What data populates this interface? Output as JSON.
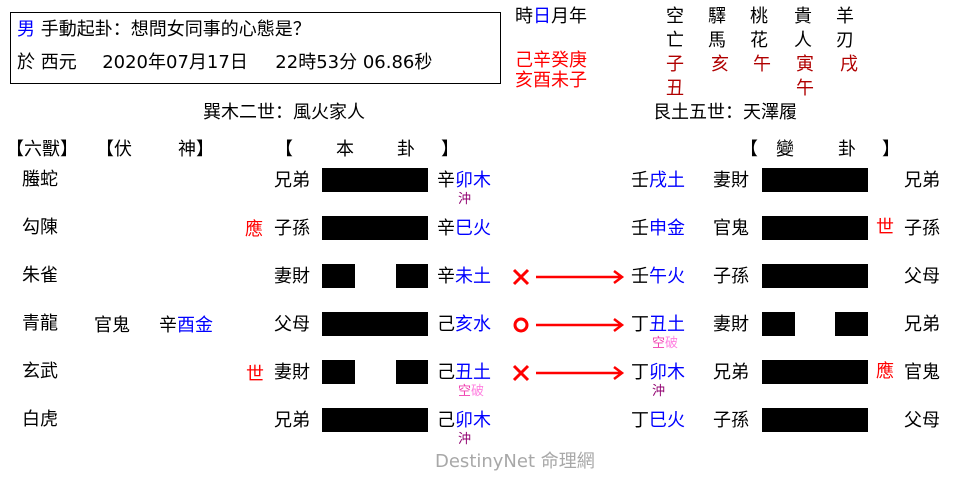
{
  "header": {
    "gender": "男",
    "question": "手動起卦：想問女同事的心態是？",
    "date_prefix": "於 西元",
    "date": "2020年07月17日",
    "time": "22時53分 06.86秒"
  },
  "pillars": {
    "labels": [
      "時",
      "日",
      "月",
      "年"
    ],
    "stems": "己辛癸庚",
    "branches": "亥酉未子"
  },
  "shensha": {
    "columns": [
      {
        "title_top": "空",
        "title_bottom": "亡",
        "values": [
          "子",
          "丑"
        ]
      },
      {
        "title_top": "驛",
        "title_bottom": "馬",
        "values": [
          "亥"
        ]
      },
      {
        "title_top": "桃",
        "title_bottom": "花",
        "values": [
          "午"
        ]
      },
      {
        "title_top": "貴",
        "title_bottom": "人",
        "values": [
          "寅",
          "午"
        ]
      },
      {
        "title_top": "羊",
        "title_bottom": "刃",
        "values": [
          "戌"
        ]
      }
    ]
  },
  "main_gua_title": "巽木二世：風火家人",
  "changed_gua_title": "艮土五世：天澤履",
  "headers": {
    "liushou": "【六獸】",
    "fushen_open": "【伏",
    "fushen_close": "神】",
    "bengua_open": "【",
    "bengua_mid1": "本",
    "bengua_mid2": "卦",
    "bengua_close": "】",
    "biangua_open": "【",
    "biangua_mid1": "變",
    "biangua_mid2": "卦",
    "biangua_close": "】"
  },
  "rows": [
    {
      "beast": "螣蛇",
      "fushen_rel": "",
      "fushen_stem": "",
      "fushen_branch": "",
      "shiying": "",
      "relation": "兄弟",
      "line": "yang",
      "stem": "辛",
      "branch": "卯木",
      "note": "沖",
      "note_type": "chong",
      "move": "",
      "changed_stem": "壬",
      "changed_branch": "戌土",
      "changed_note": "",
      "changed_relation": "妻財",
      "changed_line": "yang",
      "changed_shiying": "",
      "gong_relation": "兄弟"
    },
    {
      "beast": "勾陳",
      "fushen_rel": "",
      "fushen_stem": "",
      "fushen_branch": "",
      "shiying": "應",
      "relation": "子孫",
      "line": "yang",
      "stem": "辛",
      "branch": "巳火",
      "note": "",
      "note_type": "",
      "move": "",
      "changed_stem": "壬",
      "changed_branch": "申金",
      "changed_note": "",
      "changed_relation": "官鬼",
      "changed_line": "yang",
      "changed_shiying": "世",
      "gong_relation": "子孫"
    },
    {
      "beast": "朱雀",
      "fushen_rel": "",
      "fushen_stem": "",
      "fushen_branch": "",
      "shiying": "",
      "relation": "妻財",
      "line": "yin",
      "stem": "辛",
      "branch": "未土",
      "note": "",
      "note_type": "",
      "move": "✕",
      "changed_stem": "壬",
      "changed_branch": "午火",
      "changed_note": "",
      "changed_relation": "子孫",
      "changed_line": "yang",
      "changed_shiying": "",
      "gong_relation": "父母"
    },
    {
      "beast": "青龍",
      "fushen_rel": "官鬼",
      "fushen_stem": "辛",
      "fushen_branch": "酉金",
      "shiying": "",
      "relation": "父母",
      "line": "yang",
      "stem": "己",
      "branch": "亥水",
      "note": "",
      "note_type": "",
      "move": "○",
      "changed_stem": "丁",
      "changed_branch": "丑土",
      "changed_note": "空破",
      "changed_relation": "妻財",
      "changed_line": "yin",
      "changed_shiying": "",
      "gong_relation": "兄弟"
    },
    {
      "beast": "玄武",
      "fushen_rel": "",
      "fushen_stem": "",
      "fushen_branch": "",
      "shiying": "世",
      "relation": "妻財",
      "line": "yin",
      "stem": "己",
      "branch": "丑土",
      "note": "空破",
      "note_type": "kongpo",
      "move": "✕",
      "changed_stem": "丁",
      "changed_branch": "卯木",
      "changed_note": "沖",
      "changed_relation": "兄弟",
      "changed_line": "yang",
      "changed_shiying": "應",
      "gong_relation": "官鬼"
    },
    {
      "beast": "白虎",
      "fushen_rel": "",
      "fushen_stem": "",
      "fushen_branch": "",
      "shiying": "",
      "relation": "兄弟",
      "line": "yang",
      "stem": "己",
      "branch": "卯木",
      "note": "沖",
      "note_type": "chong",
      "move": "",
      "changed_stem": "丁",
      "changed_branch": "巳火",
      "changed_note": "",
      "changed_relation": "子孫",
      "changed_line": "yang",
      "changed_shiying": "",
      "gong_relation": "父母"
    }
  ],
  "kongpo": {
    "kong": "空",
    "po": "破"
  },
  "watermark": "DestinyNet 命理網",
  "colors": {
    "branch": "#0000ff",
    "shiying": "#ff0000",
    "shensha_value": "#b00000",
    "chong": "#900070",
    "kong": "#f040b0",
    "po": "#ff80e0",
    "watermark": "#a8a8a8"
  }
}
